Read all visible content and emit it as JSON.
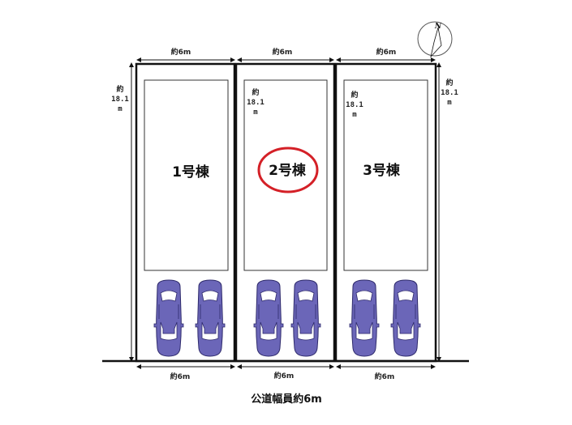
{
  "lots": [
    {
      "label": "1号棟",
      "width_label": "約6m",
      "highlighted": false
    },
    {
      "label": "2号棟",
      "width_label": "約6m",
      "highlighted": true
    },
    {
      "label": "3号棟",
      "width_label": "約6m",
      "highlighted": false
    }
  ],
  "bottom_width_labels": [
    "約6m",
    "約6m",
    "約6m"
  ],
  "depth_label": [
    "約",
    "18.1",
    "m"
  ],
  "road_label": "公道幅員約6m",
  "north_label": "N",
  "colors": {
    "highlight": "#d42027",
    "car_body": "#6b66b8",
    "car_glass": "#ffffff",
    "line": "#111111"
  }
}
